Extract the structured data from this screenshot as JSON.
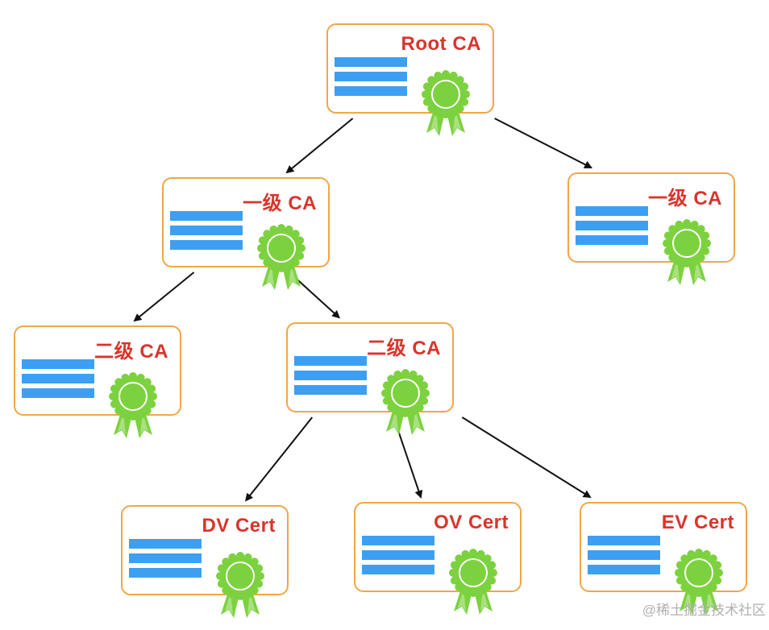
{
  "nodes": [
    {
      "id": "root-ca",
      "title": "Root CA"
    },
    {
      "id": "level1-ca-left",
      "title": "一级 CA"
    },
    {
      "id": "level1-ca-right",
      "title": "一级 CA"
    },
    {
      "id": "level2-ca-left",
      "title": "二级 CA"
    },
    {
      "id": "level2-ca-right",
      "title": "二级 CA"
    },
    {
      "id": "dv-cert",
      "title": "DV Cert"
    },
    {
      "id": "ov-cert",
      "title": "OV Cert"
    },
    {
      "id": "ev-cert",
      "title": "EV Cert"
    }
  ],
  "edges": [
    {
      "from": "root-ca",
      "to": "level1-ca-left"
    },
    {
      "from": "root-ca",
      "to": "level1-ca-right"
    },
    {
      "from": "level1-ca-left",
      "to": "level2-ca-left"
    },
    {
      "from": "level1-ca-left",
      "to": "level2-ca-right"
    },
    {
      "from": "level2-ca-right",
      "to": "dv-cert"
    },
    {
      "from": "level2-ca-right",
      "to": "ov-cert"
    },
    {
      "from": "level2-ca-right",
      "to": "ev-cert"
    }
  ],
  "colors": {
    "border": "#f0a648",
    "title": "#d9342b",
    "lines": "#3d9ff2",
    "badge": "#7cd23e",
    "arrow": "#111111"
  },
  "icons": {
    "badge": "award-ribbon-icon"
  },
  "watermark": "@稀土掘金技术社区"
}
